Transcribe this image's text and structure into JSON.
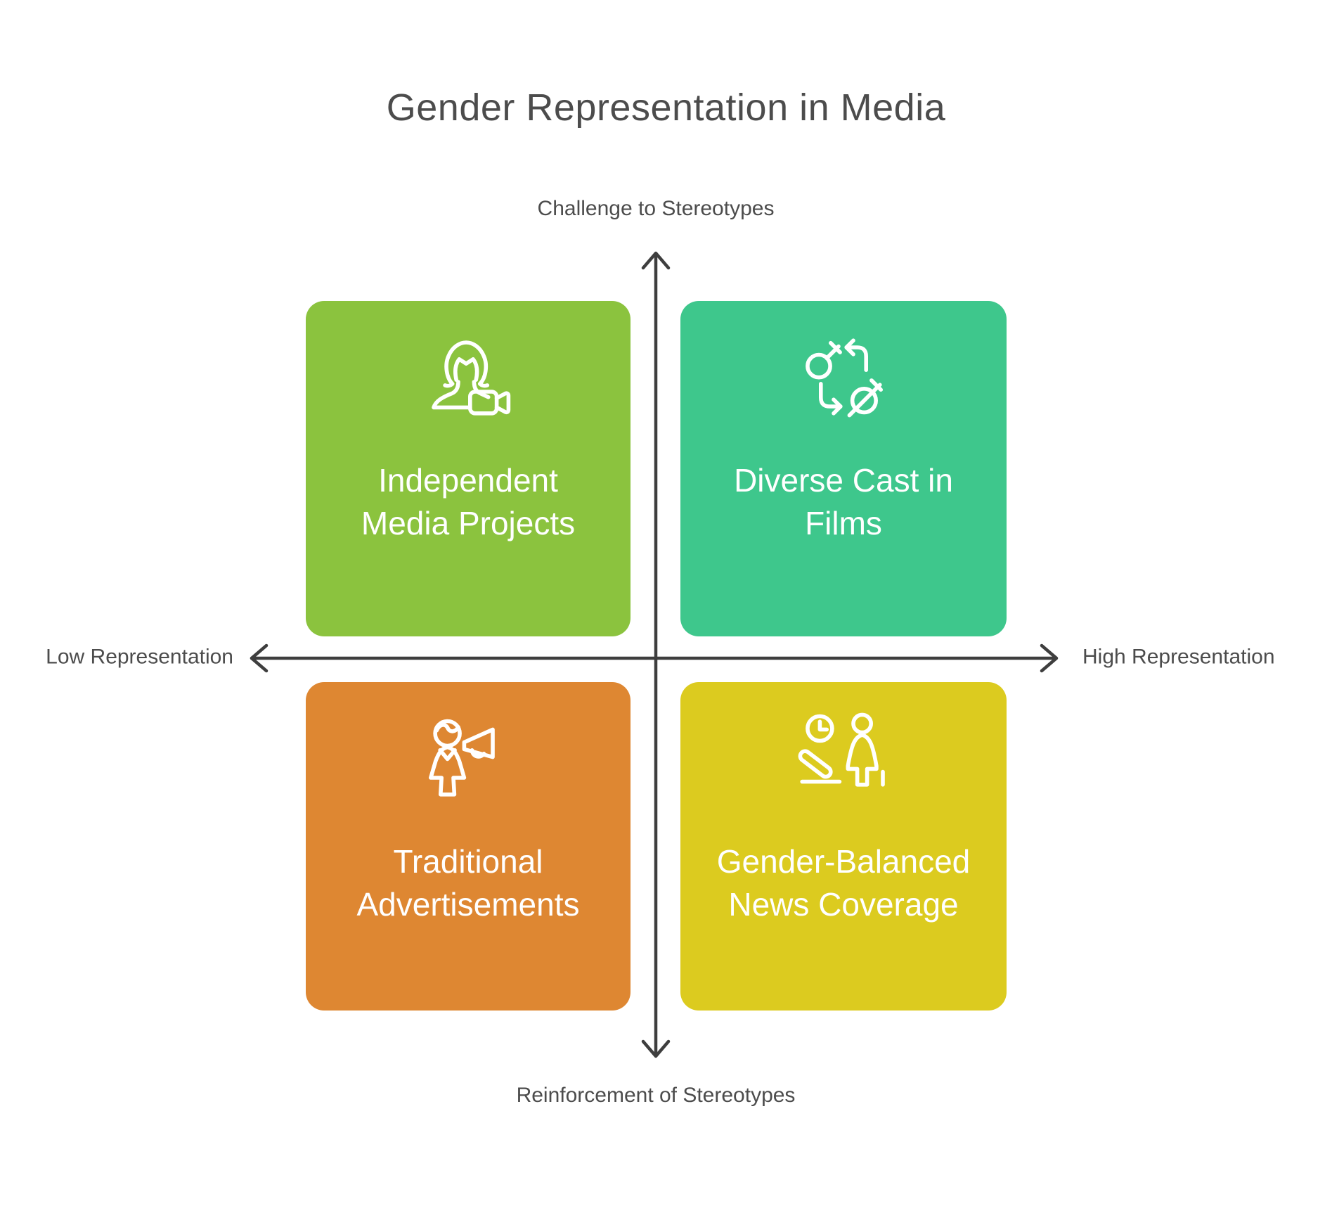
{
  "title": "Gender Representation in Media",
  "title_color": "#4c4c4c",
  "background_color": "#ffffff",
  "axes": {
    "top_label": "Challenge to Stereotypes",
    "bottom_label": "Reinforcement of Stereotypes",
    "left_label": "Low Representation",
    "right_label": "High Representation",
    "line_color": "#3e3e3e",
    "label_color": "#4c4c4c"
  },
  "quadrants": [
    {
      "position": "top-left",
      "label": "Independent Media Projects",
      "lines": [
        "Independent",
        "Media Projects"
      ],
      "color": "#8bc33e",
      "text_color": "#ffffff",
      "icon": "woman-video-camera-icon"
    },
    {
      "position": "top-right",
      "label": "Diverse Cast in Films",
      "lines": [
        "Diverse Cast in",
        "Films"
      ],
      "color": "#3ec78c",
      "text_color": "#ffffff",
      "icon": "gender-symbols-cycle-icon"
    },
    {
      "position": "bottom-left",
      "label": "Traditional Advertisements",
      "lines": [
        "Traditional",
        "Advertisements"
      ],
      "color": "#de8732",
      "text_color": "#ffffff",
      "icon": "person-megaphone-icon"
    },
    {
      "position": "bottom-right",
      "label": "Gender-Balanced News Coverage",
      "lines": [
        "Gender-Balanced",
        "News Coverage"
      ],
      "color": "#dccb1f",
      "text_color": "#ffffff",
      "icon": "clock-desk-woman-icon"
    }
  ]
}
